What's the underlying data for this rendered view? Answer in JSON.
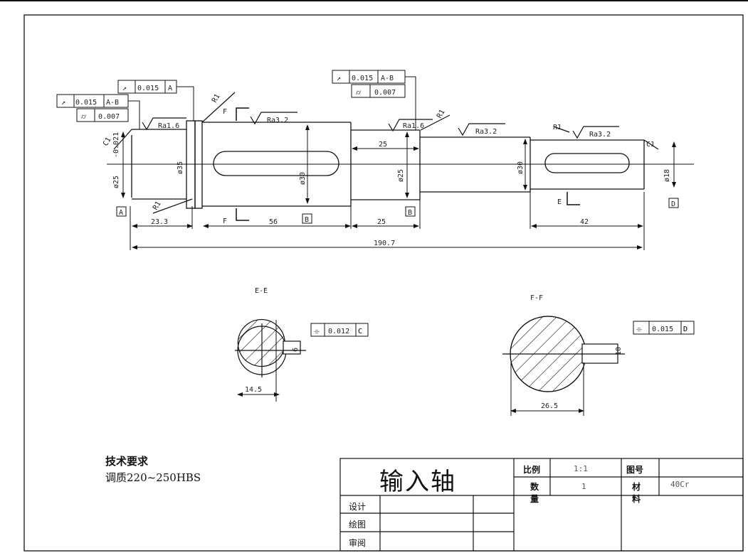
{
  "drawing": {
    "title": "输入轴",
    "tech_req": {
      "heading": "技术要求",
      "text": "调质220~250HBS"
    },
    "sections": {
      "ee": "E-E",
      "ff": "F-F"
    },
    "dims": {
      "total": "190.7",
      "d1": "23.3",
      "d2": "56",
      "d3": "25",
      "d4": "25",
      "d5": "42",
      "dia1": "ø25",
      "dia1_tol": "-0.021",
      "dia2": "ø35",
      "dia3": "ø30",
      "dia4": "ø25",
      "dia5": "ø30",
      "dia6": "ø18",
      "ee_depth": "14.5",
      "ff_depth": "26.5",
      "e_w": "6",
      "f_w": "10"
    },
    "roughness": [
      "Ra1.6",
      "Ra3.2",
      "Ra1.6",
      "Ra3.2",
      "Ra3.2"
    ],
    "chamfers": [
      "C1",
      "R1",
      "R1",
      "R1",
      "R1",
      "C1"
    ],
    "section_marks": [
      "F",
      "F",
      "E",
      "E"
    ],
    "datums": [
      "A",
      "B",
      "C",
      "D"
    ],
    "fcf": {
      "left_top": {
        "sym": "↗",
        "val": "0.015",
        "ref": "A"
      },
      "left_mid": {
        "sym": "↗",
        "val": "0.015",
        "ref": "A-B"
      },
      "left_bot": {
        "sym": "⌭",
        "val": "0.007"
      },
      "mid_top": {
        "sym": "↗",
        "val": "0.015",
        "ref": "A-B"
      },
      "mid_bot": {
        "sym": "⌭",
        "val": "0.007"
      },
      "ee": {
        "sym": "⌯",
        "val": "0.012",
        "ref": "C"
      },
      "ff": {
        "sym": "⌯",
        "val": "0.015",
        "ref": "D"
      }
    }
  },
  "title_block": {
    "scale_label": "比例",
    "scale_value": "1:1",
    "qty_label_1": "数",
    "qty_label_2": "量",
    "qty_value": "1",
    "drawing_no_label": "图号",
    "material_label_1": "材",
    "material_label_2": "料",
    "material_value": "40Cr",
    "design": "设计",
    "draw": "绘图",
    "review": "审阅"
  }
}
